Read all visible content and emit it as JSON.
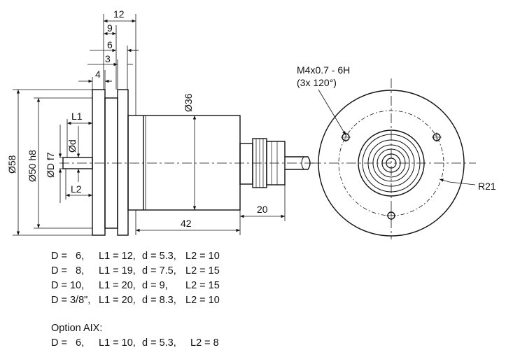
{
  "side_view": {
    "flange_offsets": [
      "12",
      "9",
      "6",
      "3",
      "4"
    ],
    "diameters": [
      "Ø58",
      "Ø50 h8",
      "ØD f7",
      "Ød",
      "Ø36"
    ],
    "lengths": [
      "L1",
      "L2",
      "42",
      "20"
    ]
  },
  "front_view": {
    "thread": "M4x0.7 - 6H",
    "thread_count": "(3x 120°)",
    "radius": "R21"
  },
  "specs": [
    {
      "d_col": "D =   6,",
      "l1": "L1 = 12,",
      "dd": "d = 5.3,",
      "l2": "L2 = 10"
    },
    {
      "d_col": "D =   8,",
      "l1": "L1 = 19,",
      "dd": "d = 7.5,",
      "l2": "L2 = 15"
    },
    {
      "d_col": "D = 10,",
      "l1": "L1 = 20,",
      "dd": "d = 9,",
      "l2": "L2 = 15"
    },
    {
      "d_col": "D = 3/8\",",
      "l1": "L1 = 20,",
      "dd": "d = 8.3,",
      "l2": "L2 = 10"
    }
  ],
  "option": {
    "title": "Option AIX:",
    "d_col": "D =   6,",
    "l1": "L1 = 10,",
    "dd": "d = 5.3,",
    "l2": "L2 = 8"
  }
}
